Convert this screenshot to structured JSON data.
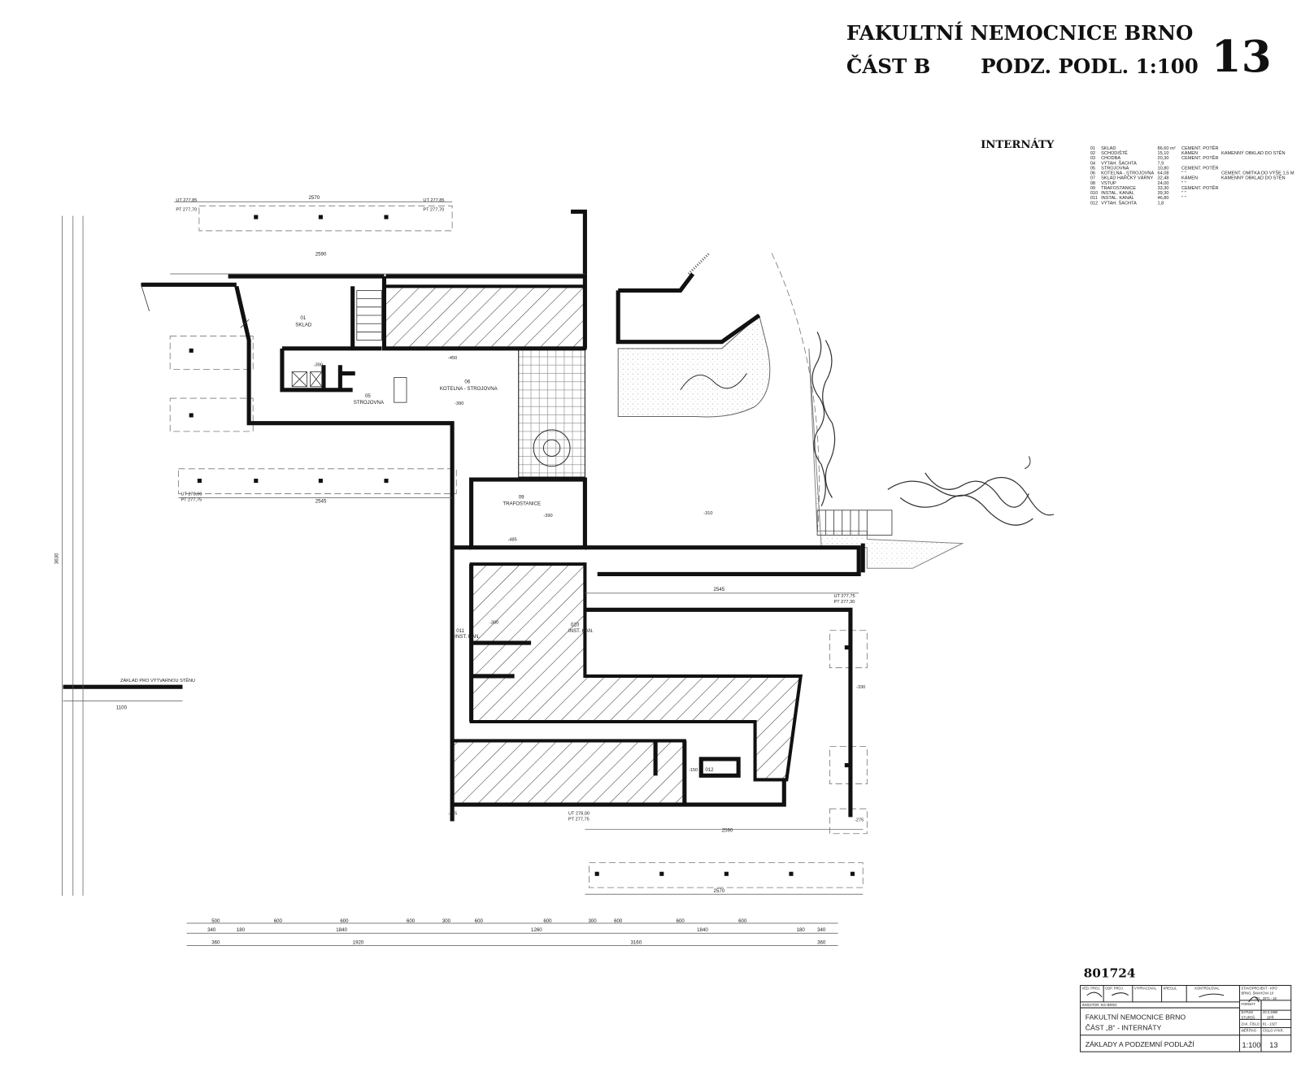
{
  "header": {
    "line1": "FAKULTNÍ NEMOCNICE BRNO",
    "part": "ČÁST B",
    "floor_scale": "PODZ. PODL. 1:100",
    "sheet_number": "13"
  },
  "legend": {
    "title": "INTERNÁTY",
    "rows": [
      {
        "no": "01",
        "room": "SKLAD",
        "area": "86,60 m²",
        "floor": "CEMENT. POTĚR",
        "wall": ""
      },
      {
        "no": "02",
        "room": "SCHODIŠTĚ",
        "area": "15,10",
        "floor": "KÁMEN",
        "wall": "KAMENNÝ OBKLAD DO STĚN"
      },
      {
        "no": "03",
        "room": "CHODBA",
        "area": "20,30",
        "floor": "CEMENT. POTĚR",
        "wall": ""
      },
      {
        "no": "04",
        "room": "VÝTAH. ŠACHTA",
        "area": "7,9",
        "floor": "",
        "wall": ""
      },
      {
        "no": "05",
        "room": "STROJOVNA",
        "area": "10,80",
        "floor": "CEMENT. POTĚR",
        "wall": ""
      },
      {
        "no": "06",
        "room": "KOTELNA - STROJOVNA",
        "area": "64,08",
        "floor": "\" \"",
        "wall": "CEMENT. OMÍTKA DO VÝŠE 1,5 M"
      },
      {
        "no": "07",
        "room": "SKLAD HAŘČKÝ VÁRNY",
        "area": "32,48",
        "floor": "KÁMEN",
        "wall": "KAMENNÝ OBKLAD DO STĚN"
      },
      {
        "no": "08",
        "room": "VSTUP",
        "area": "24,00",
        "floor": "\" \"",
        "wall": ""
      },
      {
        "no": "09",
        "room": "TRAFOSTANICE",
        "area": "33,30",
        "floor": "CEMENT. POTĚR",
        "wall": ""
      },
      {
        "no": "010",
        "room": "INSTAL. KANÁL",
        "area": "39,30",
        "floor": "\" \"",
        "wall": ""
      },
      {
        "no": "011",
        "room": "INSTAL. KANÁL",
        "area": "46,80",
        "floor": "\" \"",
        "wall": ""
      },
      {
        "no": "012",
        "room": "VÝTAH. ŠACHTA",
        "area": "1,8",
        "floor": "",
        "wall": ""
      }
    ]
  },
  "rooms": {
    "r01_no": "01",
    "r01_name": "SKLAD",
    "r05_no": "05",
    "r05_name": "STROJOVNA",
    "r06_no": "06",
    "r06_name": "KOTELNA - STROJOVNA",
    "r09_no": "09",
    "r09_name": "TRAFOSTANICE",
    "r010_no": "010",
    "r010_name": "INST. KAN.",
    "r011_no": "011",
    "r011_name": "INST. KAN.",
    "r012_no": "012"
  },
  "levels": {
    "l1": "-390",
    "l2": "-390",
    "l3": "-390",
    "l4": "-450",
    "l5": "-485",
    "l6": "-275",
    "l7": "-300",
    "l8": "-330",
    "l9": "-275",
    "l10": "-150",
    "l11": "-310",
    "ut1": "UT 277,85",
    "pt1": "PT 277,70",
    "ut2": "UT 277,85",
    "pt2": "PT 277,70",
    "ut3": "UT 278,00",
    "pt3": "PT 277,75",
    "ut4": "UT 277,75",
    "pt4": "PT 277,30",
    "ut5": "UT 278,00",
    "pt5": "PT 277,75"
  },
  "dimensions": {
    "top1": "2570",
    "top2": "2590",
    "mid1": "2545",
    "mid2": "2545",
    "low1": "2590",
    "bottom1": "2570",
    "left_total": "3630",
    "left_found": "1100",
    "chain1": [
      "500",
      "600",
      "600",
      "600",
      "300",
      "600",
      "600",
      "300",
      "600",
      "600",
      "600"
    ],
    "chain2": [
      "340",
      "180",
      "1840",
      "1260",
      "1840",
      "180",
      "340"
    ],
    "chain3": [
      "360",
      "1920",
      "3160",
      "360"
    ]
  },
  "note_wall": "ZÁKLAD PRO VÝTVARNOU STĚNU",
  "title_block": {
    "drawing_no": "801724",
    "hdr_cells": [
      "VED. PROJ.",
      "ODP. PROJ.",
      "VYPRACOVAL",
      "KRESLIL",
      "KONTROLOVAL"
    ],
    "investor": "INVESTOR: KIO BRNO",
    "office": "STAVOPROJEKT - KPO",
    "office_addr": "BRNO, ŠMAHOVA 10",
    "office_tel": "TEL. 2071 - 18",
    "project_line1": "FAKULTNÍ NEMOCNICE BRNO",
    "project_line2": "ČÁST „B“  -   INTERNÁTY",
    "sheet_title": "ZÁKLADY A PODZEMNÍ PODLAŽÍ",
    "format_label": "FORMÁT",
    "date_label": "DATUM",
    "date": "20.3.1980",
    "stage_label": "STUPEŇ",
    "stage": "SPŘ",
    "order_label": "ZAK. ČÍSLO",
    "order": "81 - 1327",
    "scale_label": "MĚŘÍTKO",
    "scale": "1:100",
    "sheet_label": "ČÍSLO VÝKR.",
    "sheet": "13"
  }
}
